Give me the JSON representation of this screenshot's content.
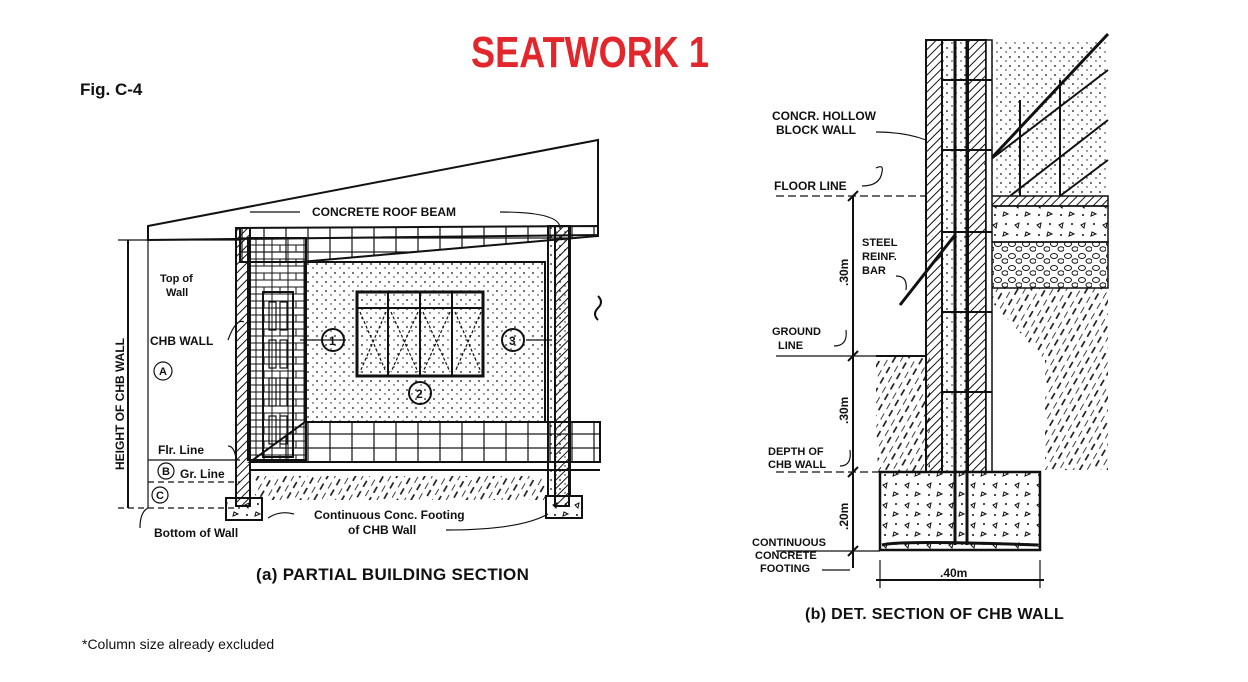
{
  "title": "SEATWORK 1",
  "figure_label": "Fig. C-4",
  "footnote": "*Column size already excluded",
  "left_diagram": {
    "caption": "(a) PARTIAL BUILDING SECTION",
    "labels": {
      "roof_beam": "CONCRETE ROOF BEAM",
      "top_of_wall_1": "Top of",
      "top_of_wall_2": "Wall",
      "chb_wall": "CHB WALL",
      "height_of_chb_wall": "HEIGHT OF CHB WALL",
      "flr_line": "Flr. Line",
      "gr_line": "Gr. Line",
      "bottom_of_wall": "Bottom of Wall",
      "footing_1": "Continuous Conc. Footing",
      "footing_2": "of CHB Wall"
    },
    "markers": {
      "a": "A",
      "b": "B",
      "c": "C",
      "m1": "1",
      "m2": "2",
      "m3": "3"
    }
  },
  "right_diagram": {
    "caption": "(b) DET. SECTION OF CHB WALL",
    "labels": {
      "hollow_block_1": "CONCR. HOLLOW",
      "hollow_block_2": "BLOCK WALL",
      "floor_line": "FLOOR LINE",
      "steel_1": "STEEL",
      "steel_2": "REINF.",
      "steel_3": "BAR",
      "ground_1": "GROUND",
      "ground_2": "LINE",
      "depth_1": "DEPTH OF",
      "depth_2": "CHB WALL",
      "cf_1": "CONTINUOUS",
      "cf_2": "CONCRETE",
      "cf_3": "FOOTING",
      "dim_30_top": ".30m",
      "dim_30_bottom": ".30m",
      "dim_20": ".20m",
      "dim_40": ".40m"
    }
  }
}
